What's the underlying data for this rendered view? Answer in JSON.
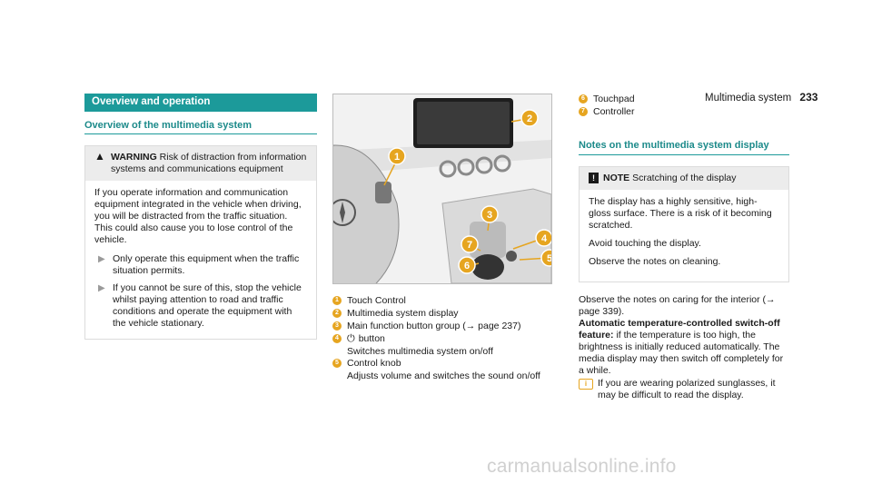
{
  "header": {
    "section": "Multimedia system",
    "page_number": "233"
  },
  "col1": {
    "section_title": "Overview and operation",
    "sub_heading": "Overview of the multimedia system",
    "warning": {
      "word": "WARNING",
      "head_text": "Risk of distraction from information systems and communications equipment",
      "body": "If you operate information and communication equipment integrated in the vehicle when driving, you will be distracted from the traffic situation. This could also cause you to lose control of the vehicle.",
      "bullets": [
        "Only operate this equipment when the traffic situation permits.",
        "If you cannot be sure of this, stop the vehicle whilst paying attention to road and traffic conditions and operate the equipment with the vehicle stationary."
      ]
    }
  },
  "figure": {
    "callouts": [
      "1",
      "2",
      "3",
      "4",
      "5",
      "6",
      "7"
    ]
  },
  "legend": [
    {
      "num": "1",
      "text": "Touch Control"
    },
    {
      "num": "2",
      "text": "Multimedia system display"
    },
    {
      "num": "3",
      "text": "Main function button group (→ page 237)"
    },
    {
      "num": "4",
      "glyph": "⏻",
      "text": "button",
      "sub": "Switches multimedia system on/off"
    },
    {
      "num": "5",
      "text": "Control knob",
      "sub": "Adjusts volume and switches the sound on/off"
    }
  ],
  "col3": {
    "legend": [
      {
        "num": "6",
        "text": "Touchpad"
      },
      {
        "num": "7",
        "text": "Controller"
      }
    ],
    "sub_heading": "Notes on the multimedia system display",
    "note": {
      "icon": "!",
      "word": "NOTE",
      "head_text": "Scratching of the display",
      "paragraphs": [
        "The display has a highly sensitive, high-gloss surface. There is a risk of it becoming scratched.",
        "Avoid touching the display.",
        "Observe the notes on cleaning."
      ]
    },
    "para1": "Observe the notes on caring for the interior (→ page 339).",
    "para2_bold": "Automatic temperature-controlled switch-off feature:",
    "para2": "if the temperature is too high, the brightness is initially reduced automatically. The media display may then switch off completely for a while.",
    "tip_icon": "i",
    "tip": "If you are wearing polarized sunglasses, it may be difficult to read the display."
  },
  "watermark": "carmanualsonline.info"
}
